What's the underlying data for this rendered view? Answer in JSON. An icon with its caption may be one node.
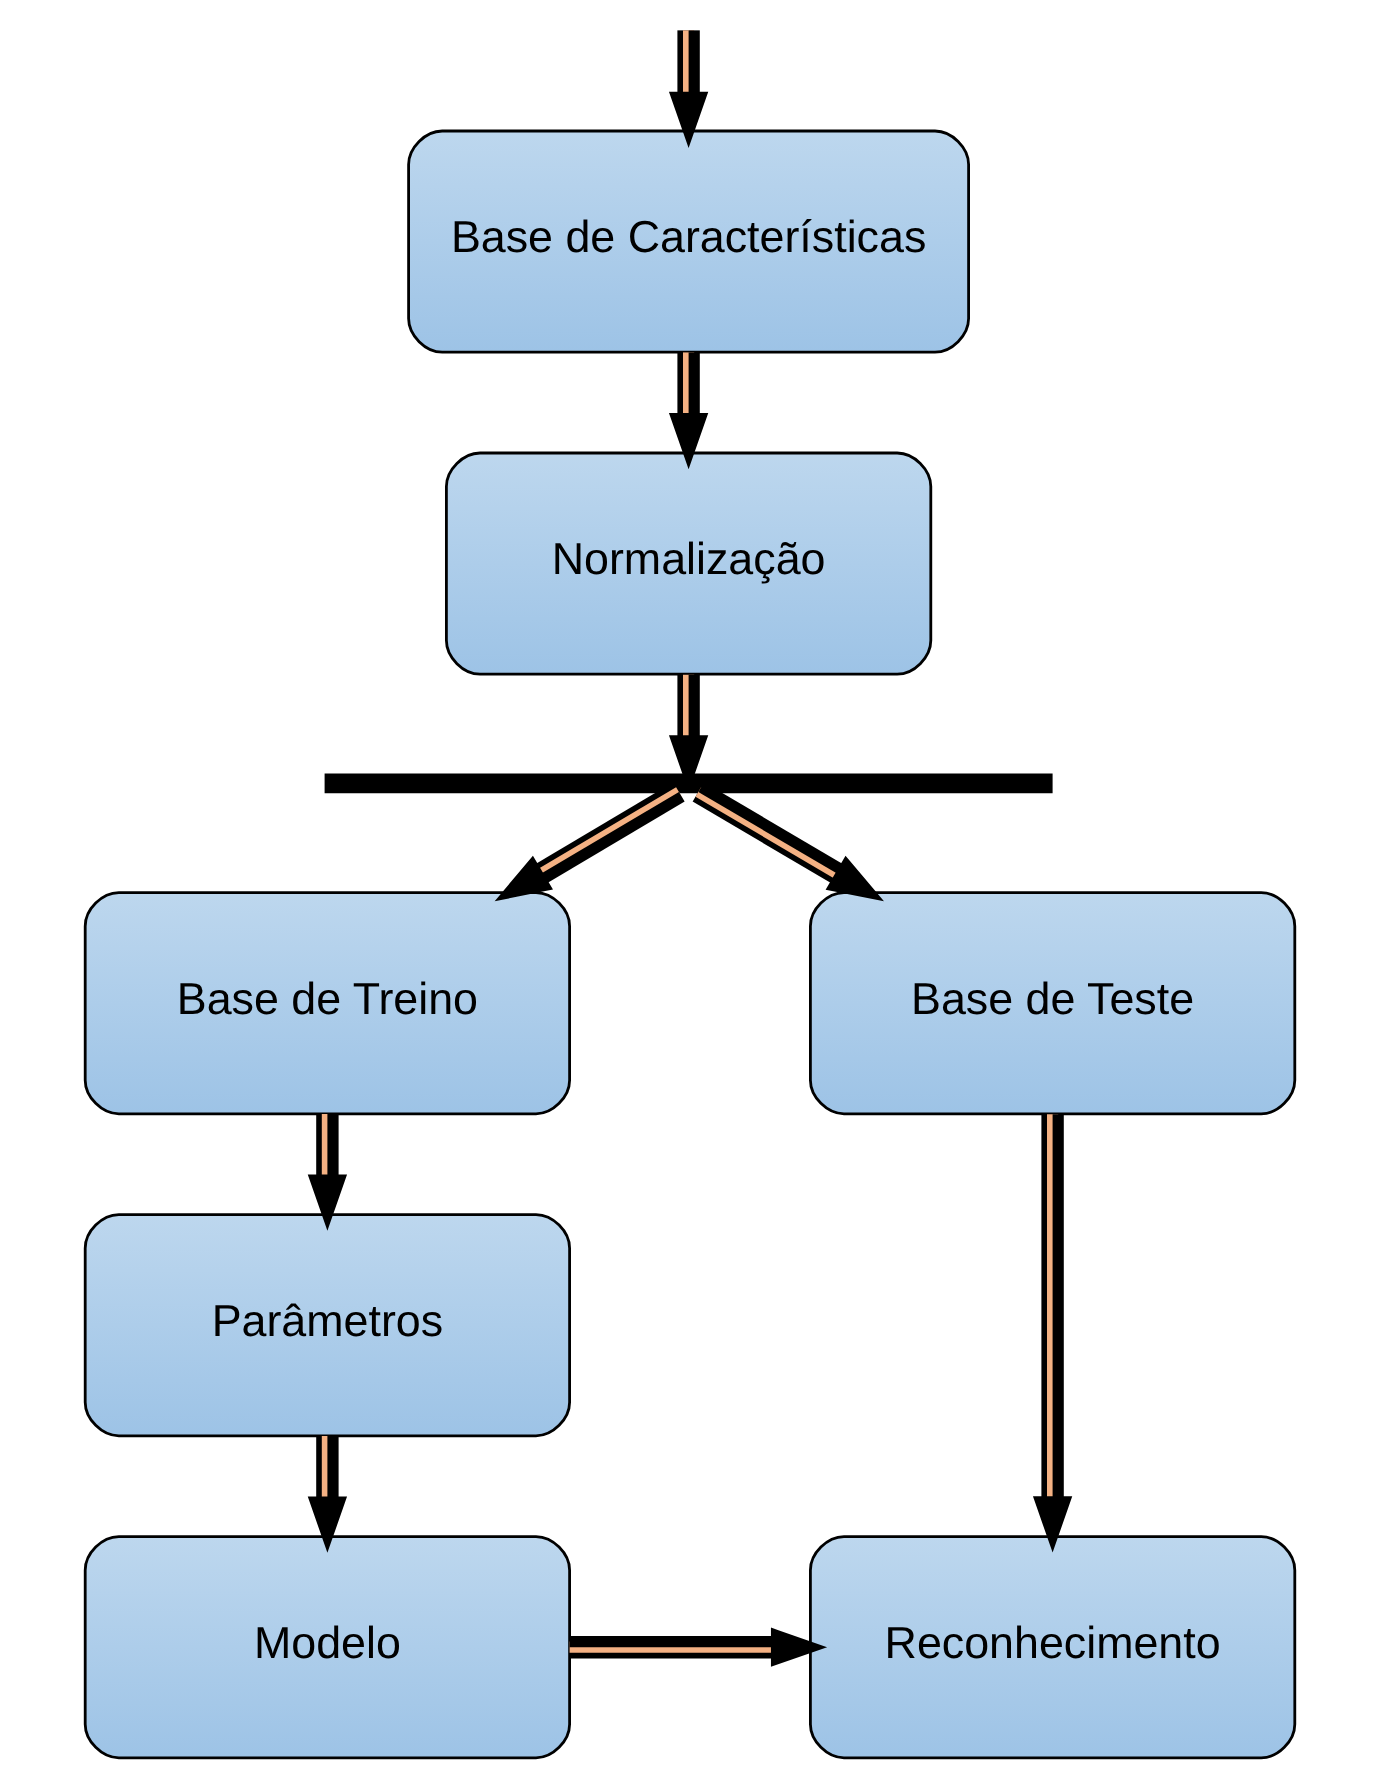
{
  "diagram": {
    "nodes": [
      {
        "text": [
          "Base de Características"
        ]
      },
      {
        "text": [
          "Normalização"
        ]
      },
      {
        "text": [],
        "shape": "bar"
      },
      {
        "text": [
          "Base de Treino"
        ]
      },
      {
        "text": [
          "Base de Teste"
        ]
      },
      {
        "text": [
          "Parâmetros"
        ]
      },
      {
        "text": [
          "Modelo"
        ]
      },
      {
        "text": [
          "Reconhecimento"
        ]
      }
    ],
    "edges": [
      {
        "from": null,
        "to": 0,
        "arrow": "to"
      },
      {
        "from": 0,
        "to": 1,
        "arrow": "to"
      },
      {
        "from": 1,
        "to": 2,
        "arrow": "to"
      },
      {
        "from": 2,
        "to": 3,
        "arrow": "to"
      },
      {
        "from": 2,
        "to": 4,
        "arrow": "to"
      },
      {
        "from": 3,
        "to": 5,
        "arrow": "to"
      },
      {
        "from": 5,
        "to": 6,
        "arrow": "to"
      },
      {
        "from": 6,
        "to": 7,
        "arrow": "to"
      },
      {
        "from": 4,
        "to": 7,
        "arrow": "to"
      }
    ]
  }
}
